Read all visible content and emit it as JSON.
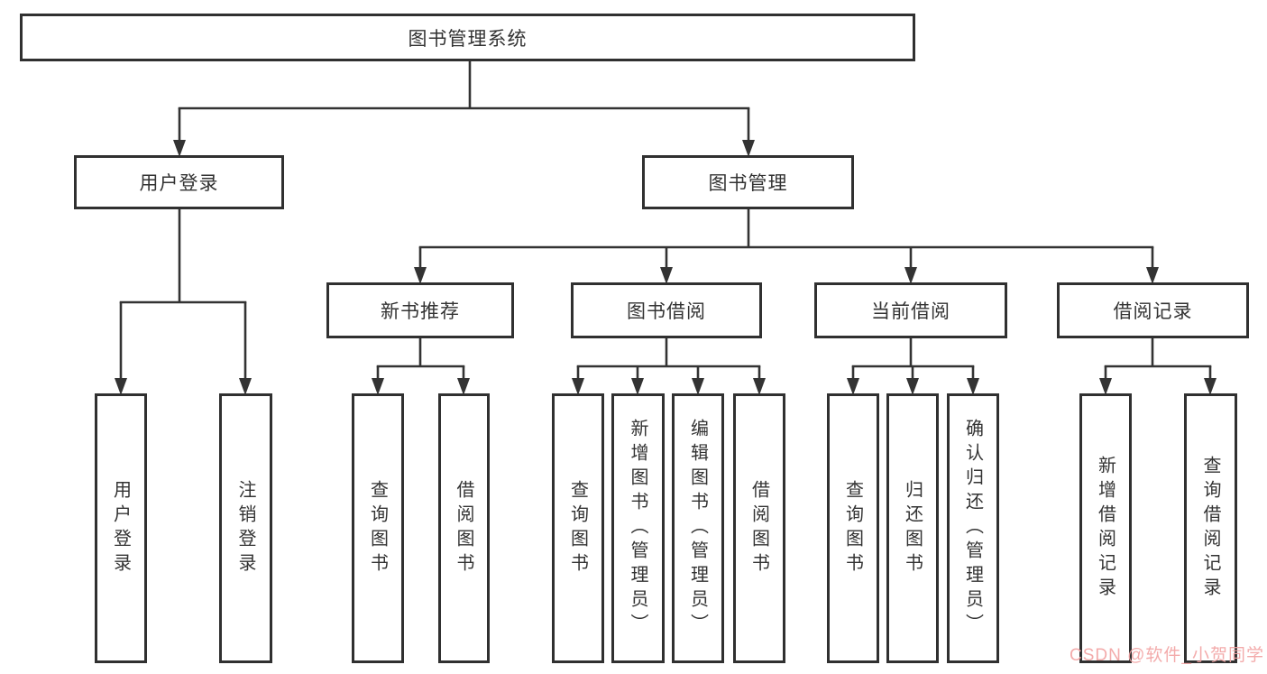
{
  "diagram": {
    "root": {
      "label": "图书管理系统"
    },
    "branches": [
      {
        "label": "用户登录",
        "children": [
          {
            "label": "用户登录"
          },
          {
            "label": "注销登录"
          }
        ]
      },
      {
        "label": "图书管理",
        "children": [
          {
            "label": "新书推荐",
            "children": [
              {
                "label": "查询图书"
              },
              {
                "label": "借阅图书"
              }
            ]
          },
          {
            "label": "图书借阅",
            "children": [
              {
                "label": "查询图书"
              },
              {
                "label": "新增图书（管理员）"
              },
              {
                "label": "编辑图书（管理员）"
              },
              {
                "label": "借阅图书"
              }
            ]
          },
          {
            "label": "当前借阅",
            "children": [
              {
                "label": "查询图书"
              },
              {
                "label": "归还图书"
              },
              {
                "label": "确认归还（管理员）"
              }
            ]
          },
          {
            "label": "借阅记录",
            "children": [
              {
                "label": "新增借阅记录"
              },
              {
                "label": "查询借阅记录"
              }
            ]
          }
        ]
      }
    ]
  },
  "watermark": {
    "text": "CSDN @软件_小贺同学",
    "color": "#f2a2a2"
  },
  "colors": {
    "line": "#333333",
    "box_border": "#303030",
    "text": "#333333",
    "background": "#ffffff"
  }
}
